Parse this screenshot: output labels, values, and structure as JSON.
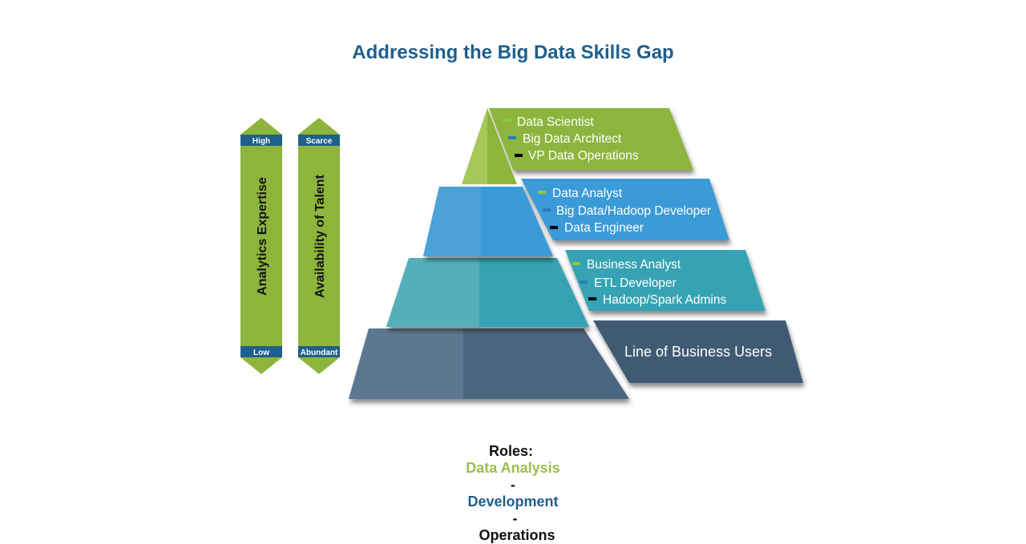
{
  "title": "Addressing the Big Data Skills Gap",
  "scales": [
    {
      "label": "Analytics Expertise",
      "top": "High",
      "bottom": "Low"
    },
    {
      "label": "Availability of Talent",
      "top": "Scarce",
      "bottom": "Abundant"
    }
  ],
  "tiers": [
    {
      "roles": [
        "Data Scientist",
        "Big Data Architect",
        "VP Data Operations"
      ],
      "color": "#8db53c"
    },
    {
      "roles": [
        "Data Analyst",
        "Big Data/Hadoop Developer",
        "Data Engineer"
      ],
      "color": "#3a9ad8"
    },
    {
      "roles": [
        "Business Analyst",
        "ETL Developer",
        "Hadoop/Spark Admins"
      ],
      "color": "#35a3b3"
    },
    {
      "label": "Line of Business Users",
      "color": "#4a6680"
    }
  ],
  "legend": {
    "prefix": "Roles:",
    "items": [
      {
        "label": "Data Analysis",
        "color": "#9bbf4e"
      },
      {
        "sep": "-",
        "label": "Development",
        "color": "#1f5f8b"
      },
      {
        "sep": "-",
        "label": "Operations",
        "color": "#111111"
      }
    ]
  },
  "bullet_colors": {
    "analysis": "#8dc63f",
    "development": "#2a7ab8",
    "operations": "#000000"
  },
  "title_color": "#1f5f8b"
}
